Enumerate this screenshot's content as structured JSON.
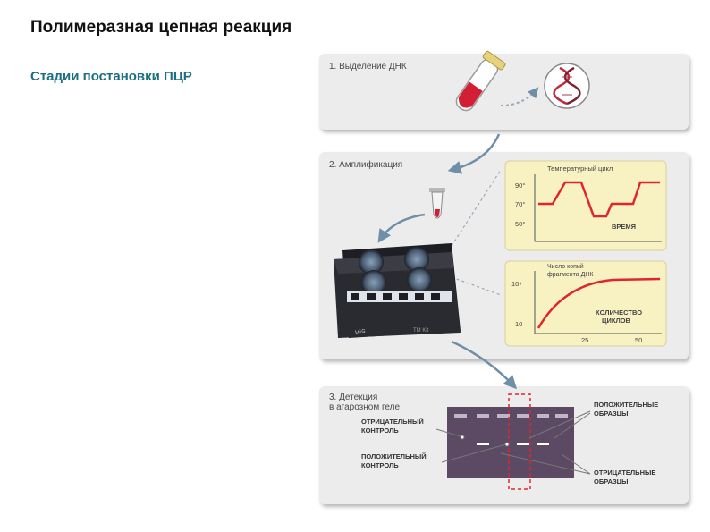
{
  "header": {
    "title": "Полимеразная цепная реакция",
    "subtitle": "Стадии постановки ПЦР"
  },
  "stages": {
    "s1": {
      "title": "1. Выделение ДНК"
    },
    "s2": {
      "title": "2. Амплификация",
      "temp_chart": {
        "title": "Температурный цикл",
        "ticks": [
          "90°",
          "70°",
          "50°"
        ],
        "xlabel": "ВРЕМЯ"
      },
      "copies_chart": {
        "title_line1": "Число копий",
        "title_line2": "фрагмента ДНК",
        "y_high": "10⁹",
        "y_low": "10",
        "xlabel_line1": "КОЛИЧЕСТВО",
        "xlabel_line2": "ЦИКЛОВ",
        "x_ticks": [
          "25",
          "50"
        ]
      },
      "device_label_left": "ν⁵ᴳ",
      "device_label_right": "TM Kit"
    },
    "s3": {
      "title_line1": "3. Детекция",
      "title_line2": "в агарозном геле",
      "labels": {
        "neg_control_1": "ОТРИЦАТЕЛЬНЫЙ",
        "neg_control_2": "КОНТРОЛЬ",
        "pos_control_1": "ПОЛОЖИТЕЛЬНЫЙ",
        "pos_control_2": "КОНТРОЛЬ",
        "pos_samples_1": "ПОЛОЖИТЕЛЬНЫЕ",
        "pos_samples_2": "ОБРАЗЦЫ",
        "neg_samples_1": "ОТРИЦАТЕЛЬНЫЕ",
        "neg_samples_2": "ОБРАЗЦЫ"
      }
    }
  },
  "colors": {
    "panel": "#ececec",
    "chart_bg": "#f8f1c2",
    "curve": "#e0262c",
    "gel": "#5c4a64",
    "arrow": "#6f8fa8",
    "subtitle": "#1a6f80"
  },
  "icons": [
    "blood-tube-icon",
    "dna-icon",
    "pcr-tube-icon",
    "thermocycler-icon"
  ]
}
